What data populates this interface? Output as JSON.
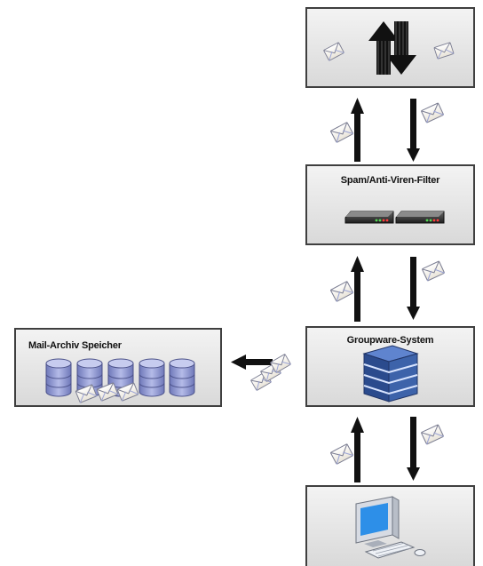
{
  "nodes": {
    "internet": {
      "label": ""
    },
    "filter": {
      "label": "Spam/Anti-Viren-Filter"
    },
    "groupware": {
      "label": "Groupware-System"
    },
    "archive": {
      "label": "Mail-Archiv Speicher"
    },
    "client": {
      "label": ""
    }
  },
  "icons": {
    "internet": "bidirectional-arrows-icon",
    "filter": "network-appliance-icon",
    "groupware": "server-stack-icon",
    "archive": "database-cylinder-icon",
    "client": "desktop-computer-icon",
    "message": "envelope-icon"
  },
  "colors": {
    "box_border": "#3f3f3f",
    "box_fill": "#e2e2e2",
    "arrow": "#111111",
    "envelope": "#f7f4ee",
    "envelope_accent": "#9aa3d6",
    "database": "#8e97d3",
    "server": "#3e62a8"
  }
}
